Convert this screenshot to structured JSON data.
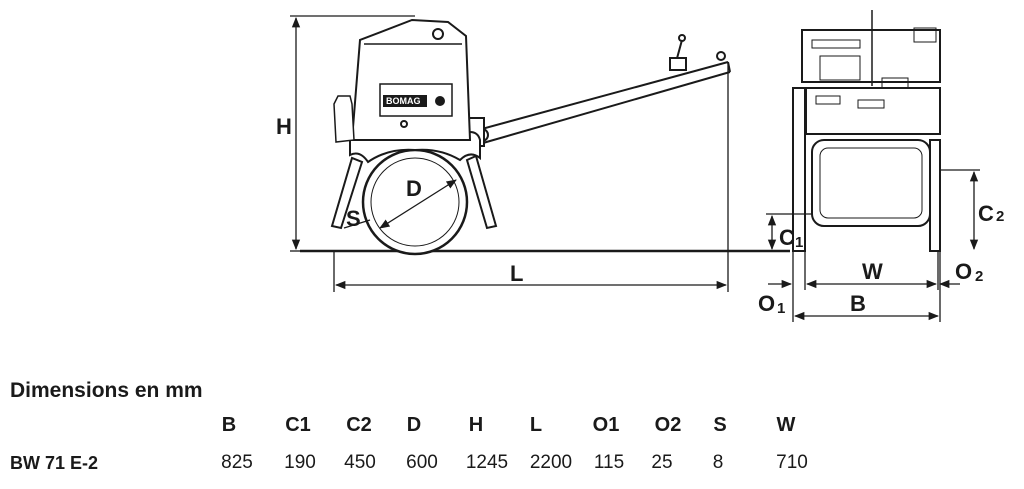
{
  "diagram": {
    "labels": {
      "height": "H",
      "length": "L",
      "drum_diameter": "D",
      "drum_offset": "S",
      "clearance_1": "C",
      "clearance_1_sub": "1",
      "clearance_2": "C",
      "clearance_2_sub": "2",
      "width_w": "W",
      "width_b": "B",
      "overhang_1": "O",
      "overhang_1_sub": "1",
      "overhang_2": "O",
      "overhang_2_sub": "2"
    },
    "logo_text": "BOMAG"
  },
  "table": {
    "title": "Dimensions en mm",
    "columns": [
      "B",
      "C1",
      "C2",
      "D",
      "H",
      "L",
      "O1",
      "O2",
      "S",
      "W"
    ],
    "rows": [
      {
        "model": "BW 71 E-2",
        "values": [
          "825",
          "190",
          "450",
          "600",
          "1245",
          "2200",
          "115",
          "25",
          "8",
          "710"
        ]
      }
    ]
  }
}
